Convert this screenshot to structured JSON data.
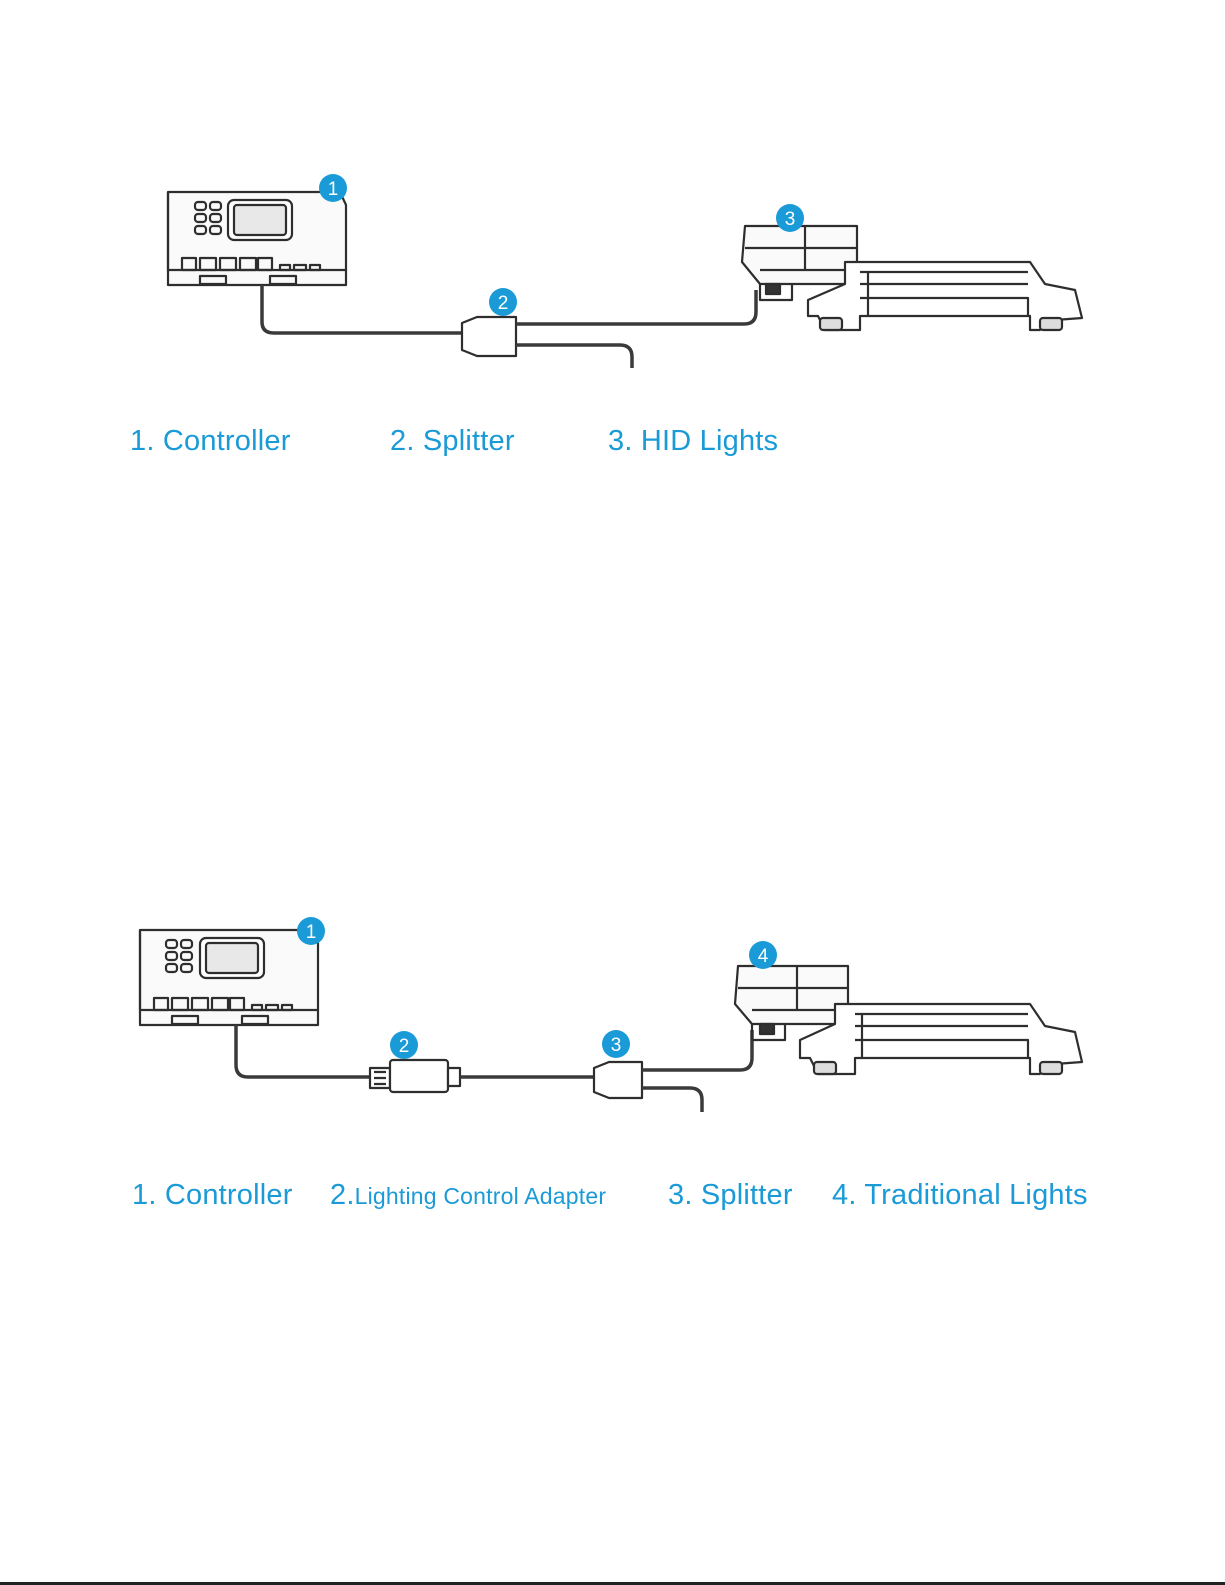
{
  "colors": {
    "accent": "#1a9ad6",
    "line": "#3a3a3a",
    "outline": "#2e2e2e"
  },
  "diagram1": {
    "badges": [
      "1",
      "2",
      "3"
    ],
    "labels": [
      "1. Controller",
      "2. Splitter",
      "3. HID Lights"
    ]
  },
  "diagram2": {
    "badges": [
      "1",
      "2",
      "3",
      "4"
    ],
    "labels": {
      "controller": "1. Controller",
      "adapter_num": "2.",
      "adapter_text": "Lighting Control Adapter",
      "splitter": "3. Splitter",
      "lights": "4. Traditional Lights"
    }
  }
}
